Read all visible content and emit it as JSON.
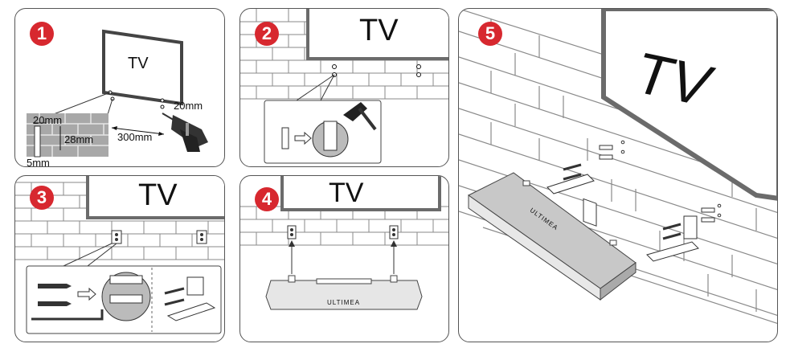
{
  "steps": [
    {
      "number": "1",
      "tv_label": "TV",
      "dims": {
        "top_spacing": "20mm",
        "bracket_spacing": "20mm",
        "hole_gap": "300mm",
        "depth": "28mm",
        "diameter": "5mm"
      }
    },
    {
      "number": "2",
      "tv_label": "TV"
    },
    {
      "number": "3",
      "tv_label": "TV"
    },
    {
      "number": "4",
      "tv_label": "TV",
      "brand": "ULTIMEA"
    },
    {
      "number": "5",
      "tv_label": "TV",
      "brand": "ULTIMEA"
    }
  ],
  "colors": {
    "badge": "#d7282f",
    "line": "#333333",
    "brick": "#8a8a8a",
    "tv_frame": "#6b6b6b",
    "soundbar": "#d9d9d9"
  }
}
